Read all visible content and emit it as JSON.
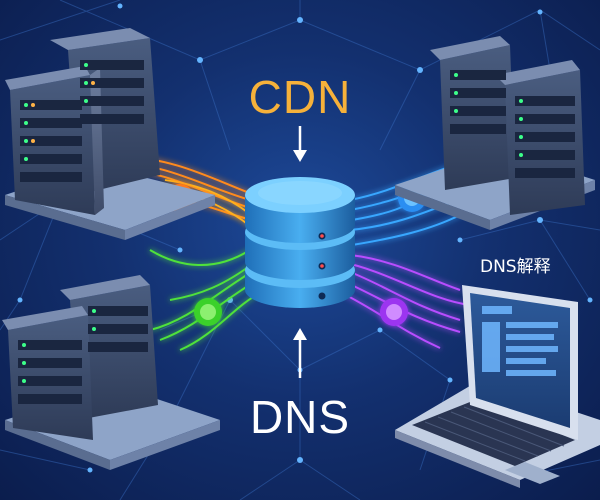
{
  "labels": {
    "cdn": "CDN",
    "dns": "DNS",
    "dns_resolve": "DNS解释"
  },
  "colors": {
    "background": "#13306f",
    "cdn_label": "#f6b13a",
    "database": "#3fa7e8",
    "link_orange": "#ff8a1f",
    "link_amber": "#ffb11f",
    "link_green": "#4fe23a",
    "link_magenta": "#b84dff",
    "link_blue": "#39a7ff"
  },
  "icons": {
    "center": "database-stack-icon",
    "servers": "server-rack-icon",
    "client": "laptop-icon",
    "arrows": "arrow-down-icon"
  }
}
